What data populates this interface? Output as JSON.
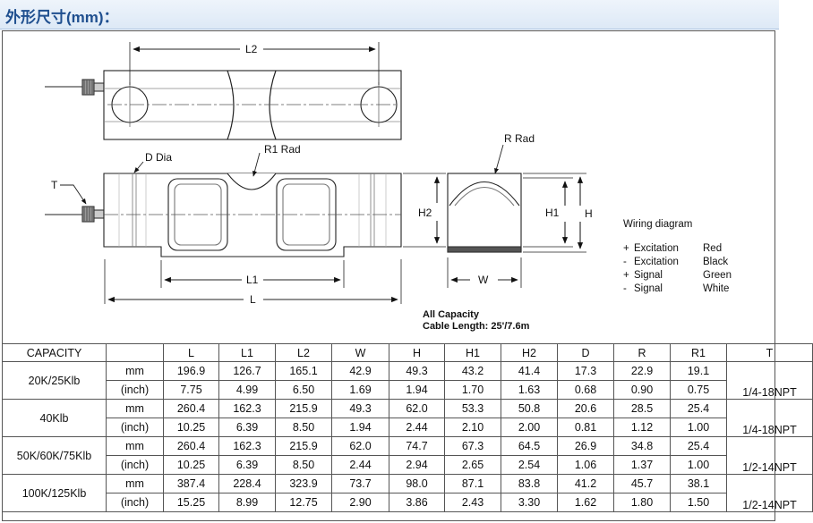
{
  "header": {
    "title": "外形尺寸(mm)："
  },
  "drawing_labels": {
    "l2": "L2",
    "d_dia": "D Dia",
    "r1_rad": "R1 Rad",
    "r_rad": "R Rad",
    "t": "T",
    "h2": "H2",
    "h1": "H1",
    "h": "H",
    "l1": "L1",
    "l": "L",
    "w": "W"
  },
  "wiring": {
    "title": "Wiring diagram",
    "rows": [
      {
        "sign": "+",
        "name": "Excitation",
        "color": "Red"
      },
      {
        "sign": "-",
        "name": "Excitation",
        "color": "Black"
      },
      {
        "sign": "+",
        "name": "Signal",
        "color": "Green"
      },
      {
        "sign": "-",
        "name": "Signal",
        "color": "White"
      }
    ]
  },
  "note": {
    "line1": "All Capacity",
    "line2": "Cable Length: 25'/7.6m"
  },
  "table": {
    "headers": [
      "CAPACITY",
      "",
      "L",
      "L1",
      "L2",
      "W",
      "H",
      "H1",
      "H2",
      "D",
      "R",
      "R1",
      "T"
    ],
    "groups": [
      {
        "capacity": "20K/25Klb",
        "thread": "1/4-18NPT",
        "mm": {
          "unit": "mm",
          "values": [
            "196.9",
            "126.7",
            "165.1",
            "42.9",
            "49.3",
            "43.2",
            "41.4",
            "17.3",
            "22.9",
            "19.1"
          ]
        },
        "inch": {
          "unit": "(inch)",
          "values": [
            "7.75",
            "4.99",
            "6.50",
            "1.69",
            "1.94",
            "1.70",
            "1.63",
            "0.68",
            "0.90",
            "0.75"
          ]
        }
      },
      {
        "capacity": "40Klb",
        "thread": "1/4-18NPT",
        "mm": {
          "unit": "mm",
          "values": [
            "260.4",
            "162.3",
            "215.9",
            "49.3",
            "62.0",
            "53.3",
            "50.8",
            "20.6",
            "28.5",
            "25.4"
          ]
        },
        "inch": {
          "unit": "(inch)",
          "values": [
            "10.25",
            "6.39",
            "8.50",
            "1.94",
            "2.44",
            "2.10",
            "2.00",
            "0.81",
            "1.12",
            "1.00"
          ]
        }
      },
      {
        "capacity": "50K/60K/75Klb",
        "thread": "1/2-14NPT",
        "mm": {
          "unit": "mm",
          "values": [
            "260.4",
            "162.3",
            "215.9",
            "62.0",
            "74.7",
            "67.3",
            "64.5",
            "26.9",
            "34.8",
            "25.4"
          ]
        },
        "inch": {
          "unit": "(inch)",
          "values": [
            "10.25",
            "6.39",
            "8.50",
            "2.44",
            "2.94",
            "2.65",
            "2.54",
            "1.06",
            "1.37",
            "1.00"
          ]
        }
      },
      {
        "capacity": "100K/125Klb",
        "thread": "1/2-14NPT",
        "mm": {
          "unit": "mm",
          "values": [
            "387.4",
            "228.4",
            "323.9",
            "73.7",
            "98.0",
            "87.1",
            "83.8",
            "41.2",
            "45.7",
            "38.1"
          ]
        },
        "inch": {
          "unit": "(inch)",
          "values": [
            "15.25",
            "8.99",
            "12.75",
            "2.90",
            "3.86",
            "2.43",
            "3.30",
            "1.62",
            "1.80",
            "1.50"
          ]
        }
      }
    ]
  }
}
